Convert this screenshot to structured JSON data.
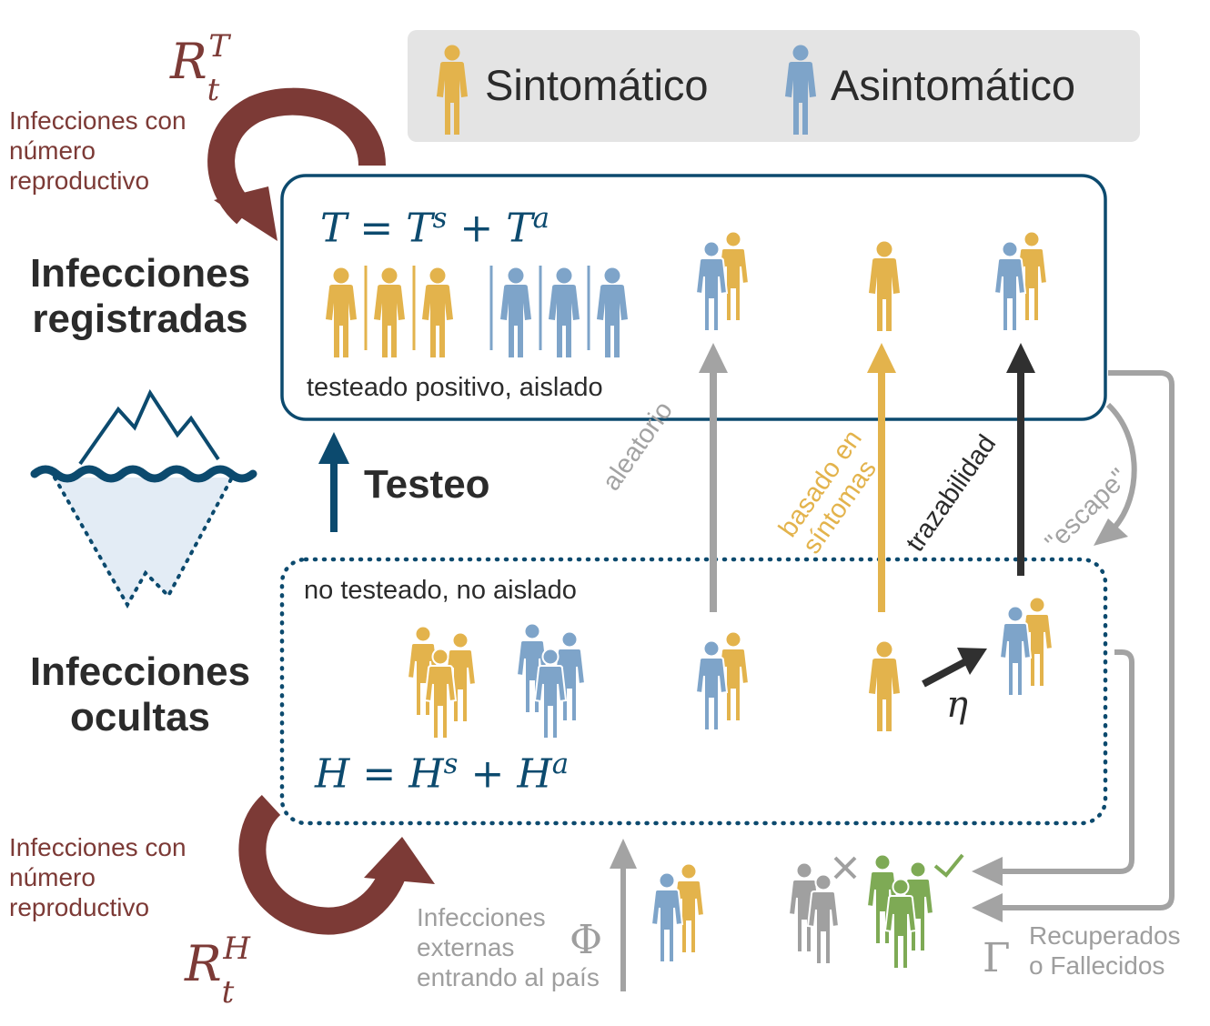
{
  "legend": {
    "symptomatic": "Sintomático",
    "asymptomatic": "Asintomático",
    "symptomatic_color": "#e3b34c",
    "asymptomatic_color": "#7ea4c9"
  },
  "colors": {
    "reproduction": "#7c3a36",
    "box_blue": "#0c4a6e",
    "grey_arrow": "#a3a3a3",
    "tracing": "#303030",
    "recovered": "#7eaa55",
    "deceased": "#a0a0a0"
  },
  "top_loop": {
    "symbol_base": "R",
    "symbol_sub": "t",
    "symbol_sup": "T",
    "caption_1": "Infecciones con",
    "caption_2": "número",
    "caption_3": "reproductivo"
  },
  "bottom_loop": {
    "symbol_base": "R",
    "symbol_sub": "t",
    "symbol_sup": "H",
    "caption_1": "Infecciones con",
    "caption_2": "número",
    "caption_3": "reproductivo"
  },
  "registered": {
    "title_1": "Infecciones",
    "title_2": "registradas",
    "equation_T": "T",
    "equation_eq": "=",
    "equation_Ts": "T",
    "equation_s": "s",
    "equation_plus": "+",
    "equation_Ta": "T",
    "equation_a": "a",
    "status": "testeado positivo, aislado"
  },
  "hidden": {
    "title_1": "Infecciones",
    "title_2": "ocultas",
    "equation_H": "H",
    "equation_eq": "=",
    "equation_Hs": "H",
    "equation_s": "s",
    "equation_plus": "+",
    "equation_Ha": "H",
    "equation_a": "a",
    "status": "no testeado, no aislado"
  },
  "testing": {
    "label": "Testeo"
  },
  "pathways": {
    "random": "aleatorio",
    "symptom_1": "basado en",
    "symptom_2": "síntomas",
    "tracing": "trazabilidad",
    "escape": "\"escape\"",
    "eta": "η"
  },
  "external": {
    "symbol": "Φ",
    "line_1": "Infecciones",
    "line_2": "externas",
    "line_3": "entrando al país"
  },
  "removed": {
    "symbol": "Γ",
    "line_1": "Recuperados",
    "line_2": "o Fallecidos"
  }
}
